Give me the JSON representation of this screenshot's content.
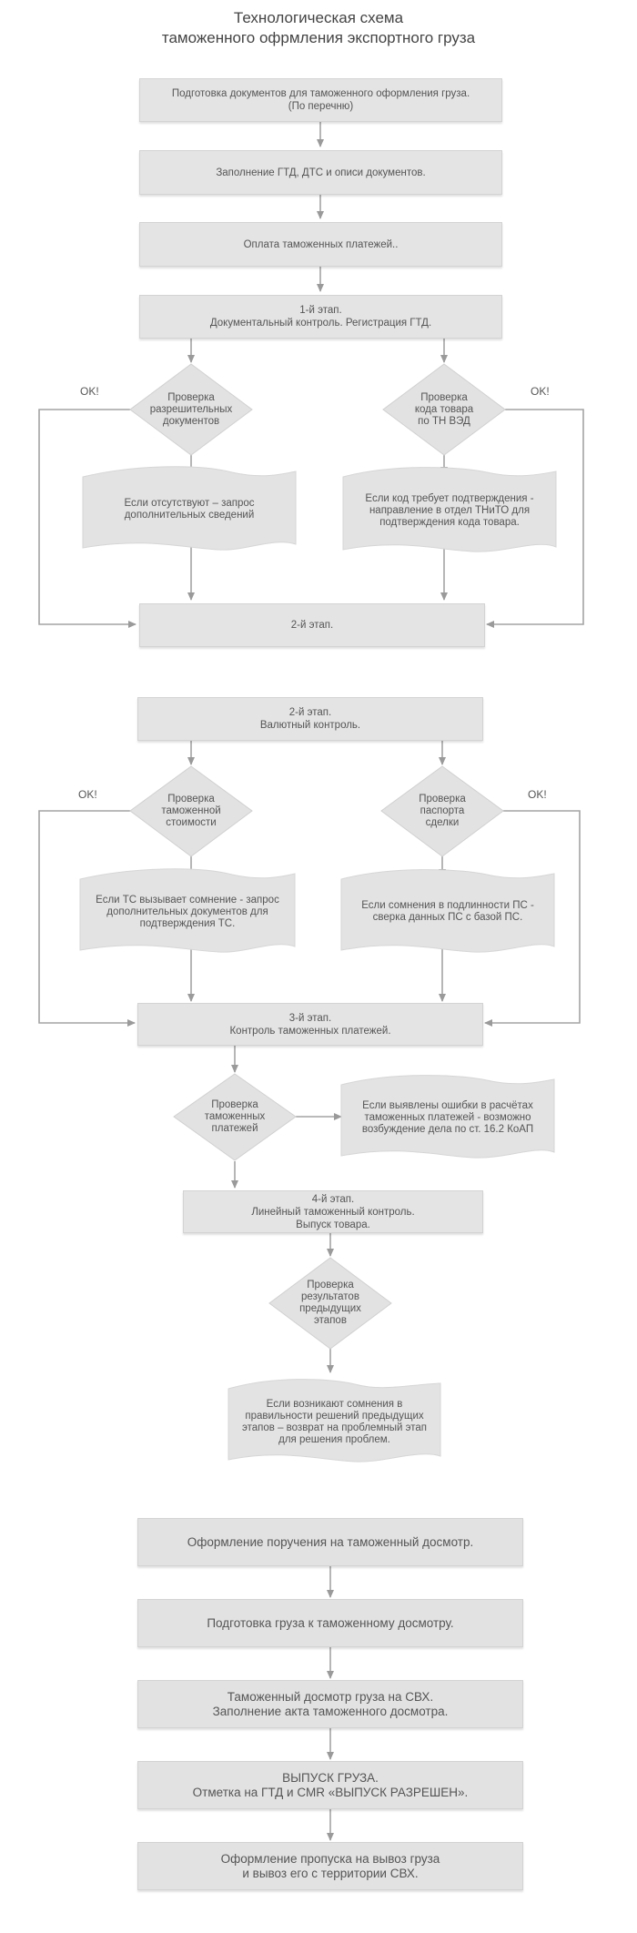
{
  "title": [
    "Технологическая схема",
    "таможенного офрмления экспортного груза"
  ],
  "ok_label": "OK!",
  "boxes": {
    "b1": [
      "Подготовка документов для таможенного оформления груза.",
      "(По перечню)"
    ],
    "b2": [
      "Заполнение ГТД,  ДТС и описи документов."
    ],
    "b3": [
      "Оплата  таможенных платежей.."
    ],
    "b4": [
      "1-й этап.",
      "Документальный контроль. Регистрация ГТД."
    ],
    "b5": [
      "2-й этап."
    ],
    "b6": [
      "2-й этап.",
      "Валютный контроль."
    ],
    "b7": [
      "3-й этап.",
      "Контроль таможенных платежей."
    ],
    "b8": [
      "4-й этап.",
      "Линейный таможенный контроль.",
      "Выпуск товара."
    ],
    "b9": [
      "Оформление поручения на таможенный досмотр."
    ],
    "b10": [
      "Подготовка груза к таможенному досмотру."
    ],
    "b11": [
      "Таможенный досмотр груза на СВХ.",
      "Заполнение акта таможенного досмотра."
    ],
    "b12": [
      "ВЫПУСК  ГРУЗА.",
      "Отметка на ГТД и СМR «ВЫПУСК РАЗРЕШЕН»."
    ],
    "b13": [
      "Оформление пропуска на вывоз груза",
      "и вывоз его с территории СВХ."
    ]
  },
  "diamonds": {
    "d1": [
      "Проверка",
      "разрешительных",
      "документов"
    ],
    "d2": [
      "Проверка",
      "кода товара",
      "по ТН ВЭД"
    ],
    "d3": [
      "Проверка",
      "таможенной",
      "стоимости"
    ],
    "d4": [
      "Проверка",
      "паспорта",
      "сделки"
    ],
    "d5": [
      "Проверка",
      "таможенных",
      "платежей"
    ],
    "d6": [
      "Проверка",
      "результатов",
      "предыдущих",
      "этапов"
    ]
  },
  "waves": {
    "w1": [
      "Если отсутствуют – запрос",
      "дополнительных сведений"
    ],
    "w2": [
      "Если код требует подтверждения -",
      "направление в отдел ТНиТО для",
      "подтверждения кода товара."
    ],
    "w3": [
      "Если ТС вызывает сомнение - запрос",
      "дополнительных документов для",
      "подтверждения ТС."
    ],
    "w4": [
      "Если сомнения в подлинности ПС -",
      "сверка   данных ПС  с базой ПС."
    ],
    "w5": [
      "Если выявлены ошибки в расчётах",
      "таможенных платежей - возможно",
      "возбуждение дела по ст. 16.2 КоАП"
    ],
    "w6": [
      "Если возникают сомнения в",
      "правильности решений предыдущих",
      "этапов – возврат на проблемный этап",
      "для решения проблем."
    ]
  }
}
